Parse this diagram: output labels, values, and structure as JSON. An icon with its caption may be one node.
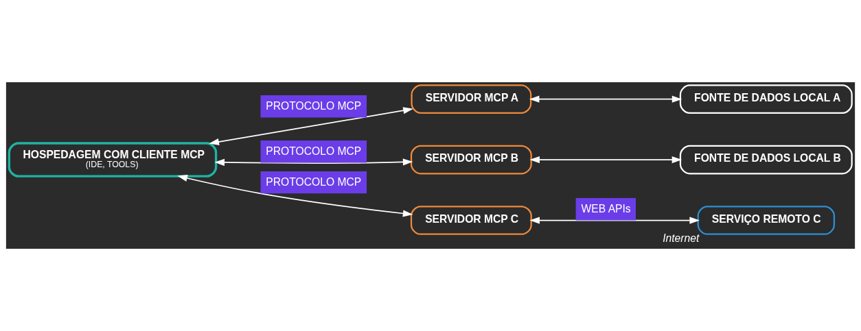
{
  "diagram": {
    "nodes": [
      {
        "text": [
          "HOSPEDAGEM COM CLIENTE MCP",
          "(IDE, TOOLS)"
        ]
      },
      {
        "text": [
          "SERVIDOR MCP A"
        ]
      },
      {
        "text": [
          "SERVIDOR MCP B"
        ]
      },
      {
        "text": [
          "SERVIDOR MCP C"
        ]
      },
      {
        "text": [
          "FONTE DE DADOS LOCAL A"
        ]
      },
      {
        "text": [
          "FONTE DE DADOS LOCAL B"
        ]
      },
      {
        "text": [
          "SERVIÇO REMOTO C"
        ],
        "beside": [
          "Internet"
        ]
      }
    ],
    "edges": [
      {
        "from": 0,
        "to": 1,
        "arrow": "both",
        "label": "PROTOCOLO MCP"
      },
      {
        "from": 0,
        "to": 2,
        "arrow": "both",
        "label": "PROTOCOLO MCP"
      },
      {
        "from": 0,
        "to": 3,
        "arrow": "both",
        "label": "PROTOCOLO MCP"
      },
      {
        "from": 1,
        "to": 4,
        "arrow": "both"
      },
      {
        "from": 2,
        "to": 5,
        "arrow": "both"
      },
      {
        "from": 3,
        "to": 6,
        "arrow": "both",
        "label": "WEB APIs"
      }
    ]
  }
}
